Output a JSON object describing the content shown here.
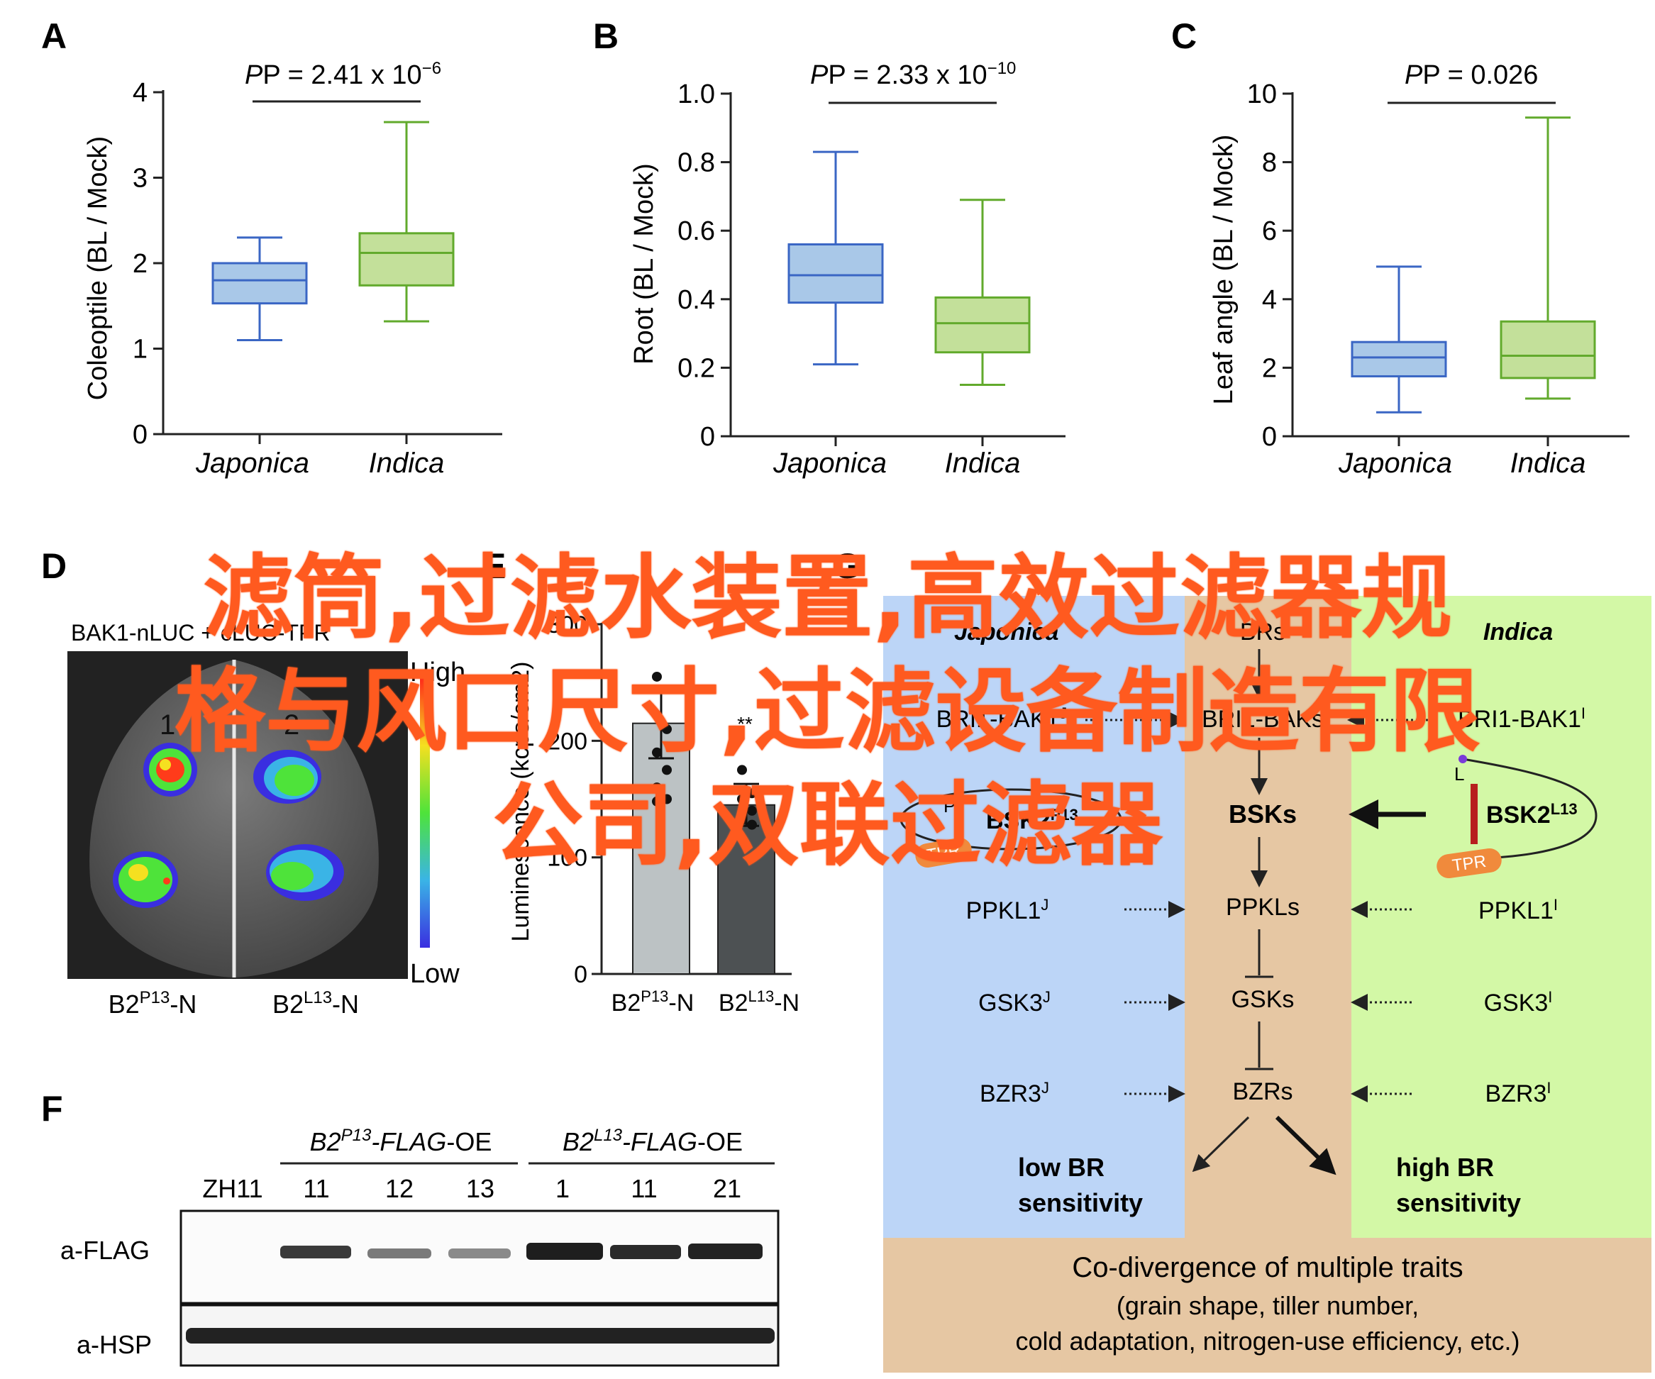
{
  "panels": {
    "A": {
      "letter": "A",
      "pvalue": "P = 2.41 x 10",
      "pexp": "−6",
      "ylabel": "Coleoptile (BL / Mock)",
      "yticks": [
        "0",
        "1",
        "2",
        "3",
        "4"
      ],
      "xlabels": [
        "Japonica",
        "Indica"
      ]
    },
    "B": {
      "letter": "B",
      "pvalue": "P = 2.33 x 10",
      "pexp": "−10",
      "ylabel": "Root (BL / Mock)",
      "yticks": [
        "0",
        "0.2",
        "0.4",
        "0.6",
        "0.8",
        "1.0"
      ],
      "xlabels": [
        "Japonica",
        "Indica"
      ]
    },
    "C": {
      "letter": "C",
      "pvalue": "P = 0.026",
      "pexp": "",
      "ylabel": "Leaf angle (BL / Mock)",
      "yticks": [
        "0",
        "2",
        "4",
        "6",
        "8",
        "10"
      ],
      "xlabels": [
        "Japonica",
        "Indica"
      ]
    },
    "D": {
      "letter": "D",
      "header": "BAK1-nLUC + cLUC-TPR",
      "lane1": "1",
      "lane2": "2",
      "high": "High",
      "low": "Low",
      "xlabel1_base": "B2",
      "xlabel1_sup": "P13",
      "xlabel1_tail": "-N",
      "xlabel2_base": "B2",
      "xlabel2_sup": "L13",
      "xlabel2_tail": "-N"
    },
    "E": {
      "letter": "E",
      "ylabel": "Luminescence (kcps/cm2)",
      "yticks": [
        "0",
        "100",
        "200",
        "300"
      ],
      "sig": "**",
      "xlabel1_base": "B2",
      "xlabel1_sup": "P13",
      "xlabel1_tail": "-N",
      "xlabel2_base": "B2",
      "xlabel2_sup": "L13",
      "xlabel2_tail": "-N"
    },
    "F": {
      "letter": "F",
      "group1_a": "B2",
      "group1_sup": "P13",
      "group1_b": "-FLAG",
      "group1_c": "-OE",
      "group2_a": "B2",
      "group2_sup": "L13",
      "group2_b": "-FLAG",
      "group2_c": "-OE",
      "lanes": [
        "ZH11",
        "11",
        "12",
        "13",
        "1",
        "11",
        "21"
      ],
      "row1": "a-FLAG",
      "row2": "a-HSP"
    },
    "G": {
      "letter": "G",
      "japonica": "Japonica",
      "indica": "Indica",
      "center_top": "BRs",
      "bri_bak_left": "BRI1-BAK1",
      "bri_bak_left_sup": "J",
      "bri_bak_center": "BRI1-BAKs",
      "bri_bak_right": "BRI1-BAK1",
      "bri_bak_right_sup": "I",
      "bsks": "BSKs",
      "bsk2_left": "BSK2",
      "bsk2_left_sup": "P13",
      "bsk2_right": "BSK2",
      "bsk2_right_sup": "L13",
      "p_label": "P",
      "l_label": "L",
      "tpr": "TPR",
      "ppkl_left": "PPKL1",
      "ppkl_center": "PPKLs",
      "ppkl_right": "PPKL1",
      "gsk_left": "GSK3",
      "gsk_center": "GSKs",
      "gsk_right": "GSK3",
      "bzr_left": "BZR3",
      "bzr_center": "BZRs",
      "bzr_right": "BZR3",
      "sup_j": "J",
      "sup_i": "I",
      "low_br_1": "low BR",
      "low_br_2": "sensitivity",
      "high_br_1": "high BR",
      "high_br_2": "sensitivity",
      "bottom_1": "Co-divergence of multiple traits",
      "bottom_2": "(grain shape, tiller number,",
      "bottom_3": "cold adaptation, nitrogen-use efficiency, etc.)"
    }
  },
  "boxplots": {
    "A": [
      {
        "group": "Japonica",
        "min": 1.1,
        "q1": 1.53,
        "median": 1.8,
        "q3": 2.0,
        "max": 2.3
      },
      {
        "group": "Indica",
        "min": 1.32,
        "q1": 1.74,
        "median": 2.12,
        "q3": 2.35,
        "max": 3.65
      }
    ],
    "B": [
      {
        "group": "Japonica",
        "min": 0.21,
        "q1": 0.39,
        "median": 0.47,
        "q3": 0.56,
        "max": 0.83
      },
      {
        "group": "Indica",
        "min": 0.15,
        "q1": 0.245,
        "median": 0.33,
        "q3": 0.405,
        "max": 0.69
      }
    ],
    "C": [
      {
        "group": "Japonica",
        "min": 0.7,
        "q1": 1.75,
        "median": 2.3,
        "q3": 2.75,
        "max": 4.95
      },
      {
        "group": "Indica",
        "min": 1.1,
        "q1": 1.7,
        "median": 2.35,
        "q3": 3.35,
        "max": 9.3
      }
    ]
  },
  "bars_E": [
    {
      "group": "B2P13-N",
      "value": 215,
      "err_hi": 30,
      "err_lo": 30
    },
    {
      "group": "B2L13-N",
      "value": 145,
      "err_hi": 18,
      "err_lo": 18
    }
  ],
  "colors": {
    "japonica_fill": "#a9c8e8",
    "japonica_stroke": "#3a66c4",
    "indica_fill": "#c3e09a",
    "indica_stroke": "#62aa2c",
    "blue_panel": "#bcd5f7",
    "tan_panel": "#e6c7a3",
    "green_panel": "#d3f8a6",
    "bar1": "#bcc2c4",
    "bar2": "#4d5153",
    "tpr": "#f08a3c",
    "overlay": "#ff5a1f"
  },
  "overlay_text": {
    "line1": "滤筒,过滤水装置,高效过滤器规",
    "line2": "格与风口尺寸,过滤设备制造有限",
    "line3": "公司,双联过滤器"
  }
}
